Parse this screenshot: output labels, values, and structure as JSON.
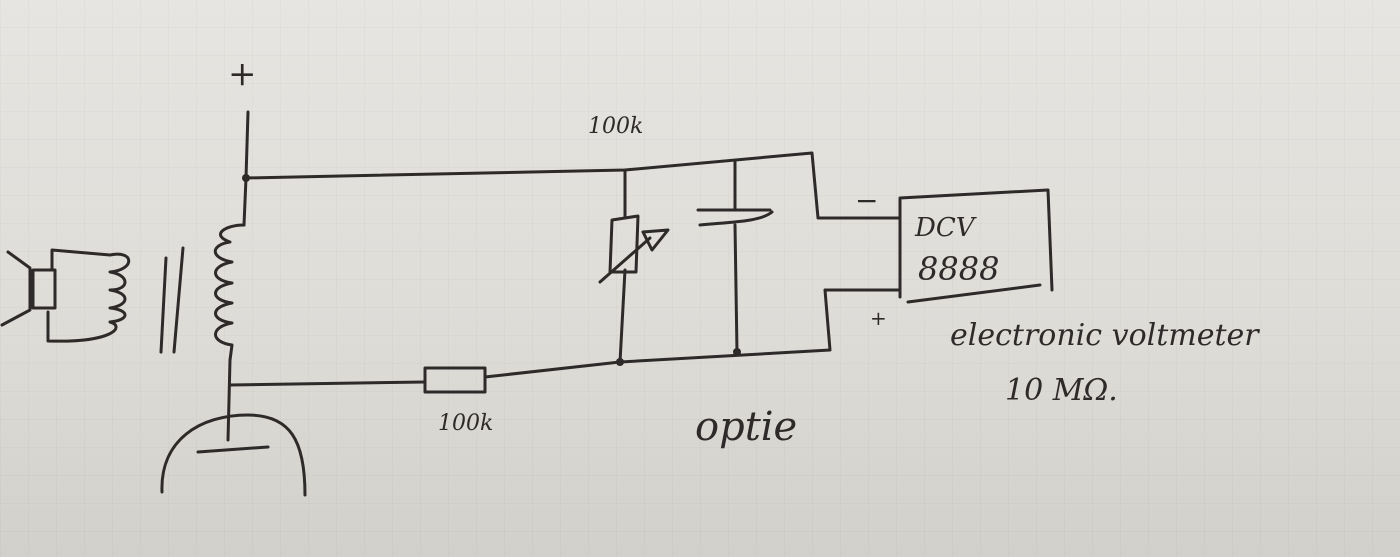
{
  "labels": {
    "supply_plus": "+",
    "top_resistor": "100k",
    "bottom_resistor": "100k",
    "option": "optie",
    "meter_minus": "−",
    "meter_plus": "+",
    "meter_mode": "DCV",
    "meter_display": "8888",
    "meter_caption": "electronic voltmeter",
    "meter_impedance": "10 MΩ."
  },
  "colors": {
    "ink": "#2e2a2a",
    "paper": "#e4e3df"
  }
}
